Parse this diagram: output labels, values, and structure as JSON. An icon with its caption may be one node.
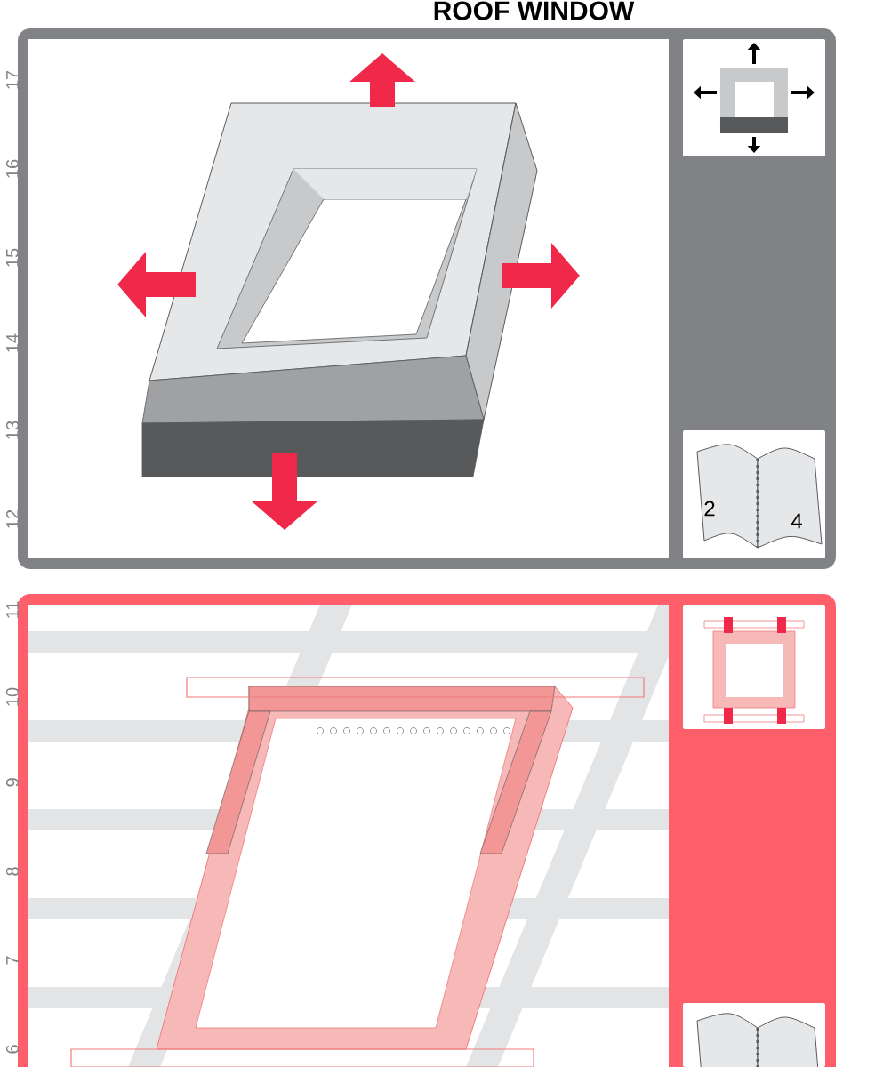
{
  "diagram": {
    "title": "ROOF WINDOW",
    "labels": [
      "17",
      "16",
      "15",
      "14",
      "13",
      "12",
      "11",
      "10",
      "9",
      "8",
      "7",
      "6",
      "2",
      "4"
    ]
  }
}
